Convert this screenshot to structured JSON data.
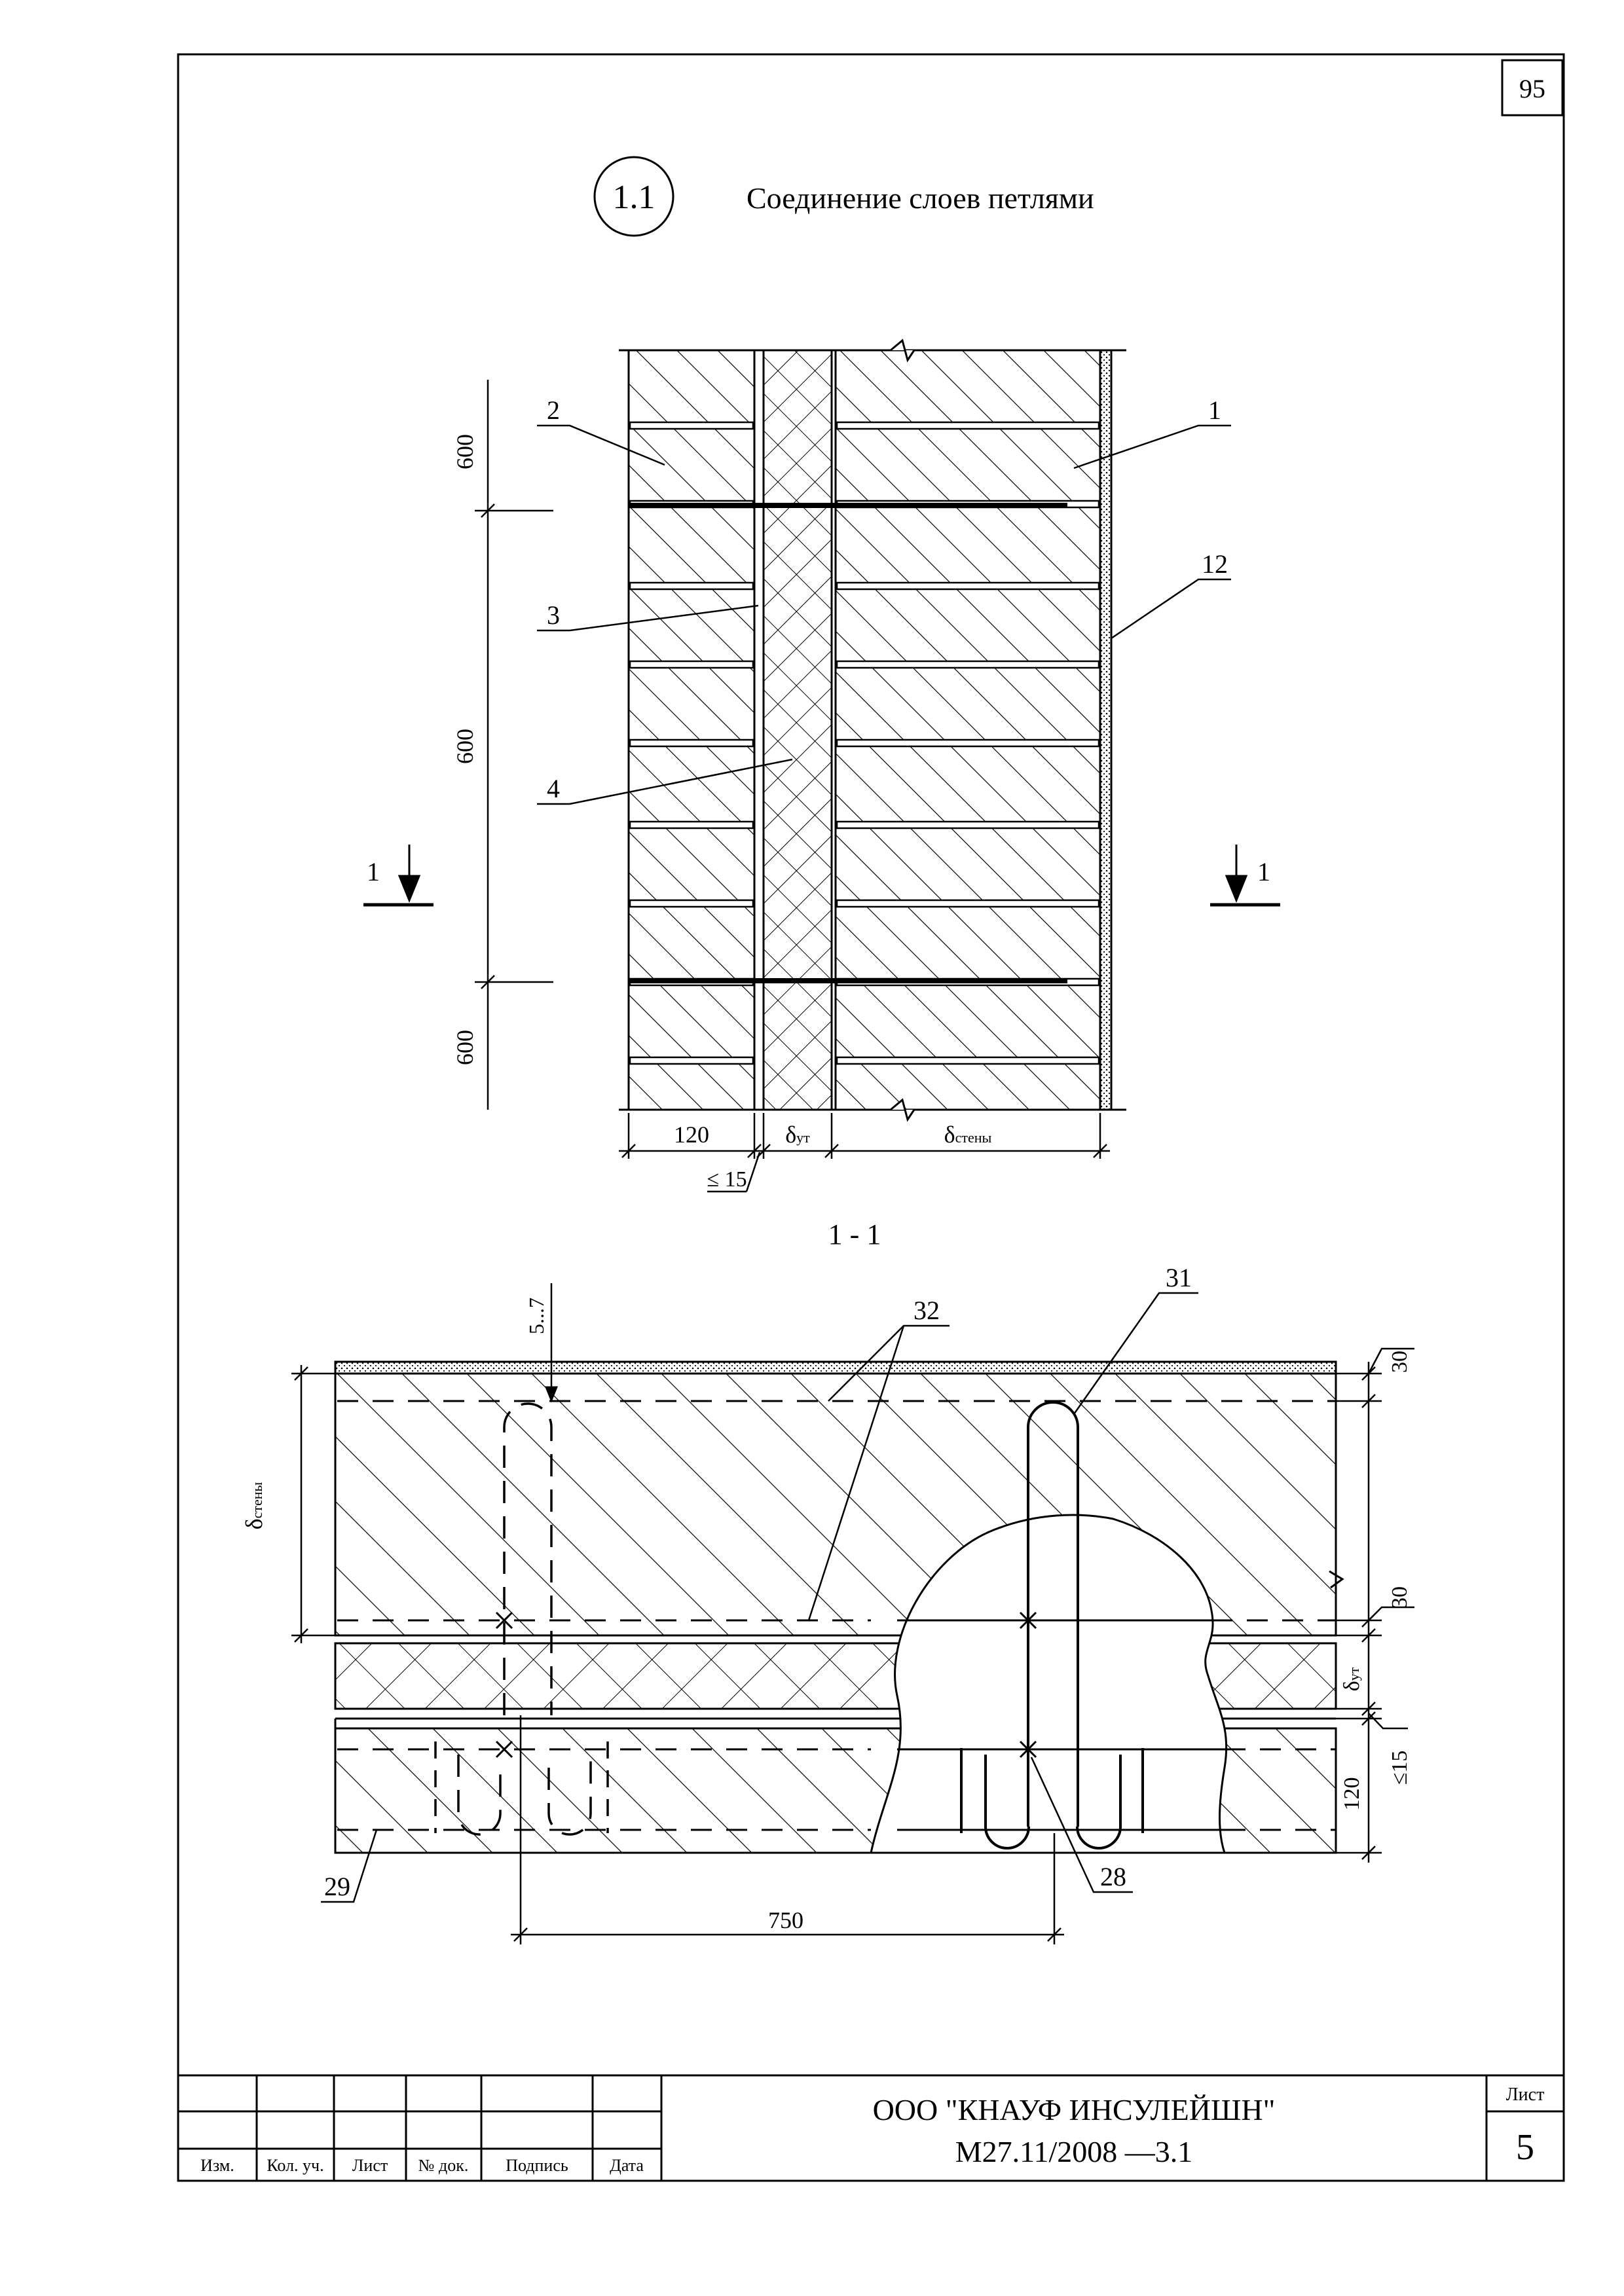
{
  "page_number": "95",
  "detail": {
    "number": "1.1",
    "title": "Соединение слоев петлями"
  },
  "elevation": {
    "dims_left": [
      "600",
      "600",
      "600"
    ],
    "dims_bottom": {
      "brick": "120",
      "insulation": "δ",
      "insulation_sub": "ут",
      "wall": "δ",
      "wall_sub": "стены",
      "gap": "≤ 15"
    },
    "callouts": [
      "2",
      "3",
      "4",
      "1",
      "12"
    ],
    "section_mark": "1"
  },
  "section": {
    "title": "1 - 1",
    "callouts": [
      "32",
      "31",
      "29",
      "28"
    ],
    "dims": {
      "hook": "5...7",
      "plaster": "30",
      "inner": "30",
      "insulation": "δ",
      "insulation_sub": "ут",
      "gap": "≤15",
      "brick": "120",
      "wall": "δ",
      "wall_sub": "стены",
      "spacing": "750"
    }
  },
  "title_block": {
    "headers": [
      "Изм.",
      "Кол. уч.",
      "Лист",
      "№ док.",
      "Подпись",
      "Дата"
    ],
    "company": "ООО \"КНАУФ ИНСУЛЕЙШН\"",
    "code": "М27.11/2008 —3.1",
    "sheet_label": "Лист",
    "sheet_number": "5"
  }
}
